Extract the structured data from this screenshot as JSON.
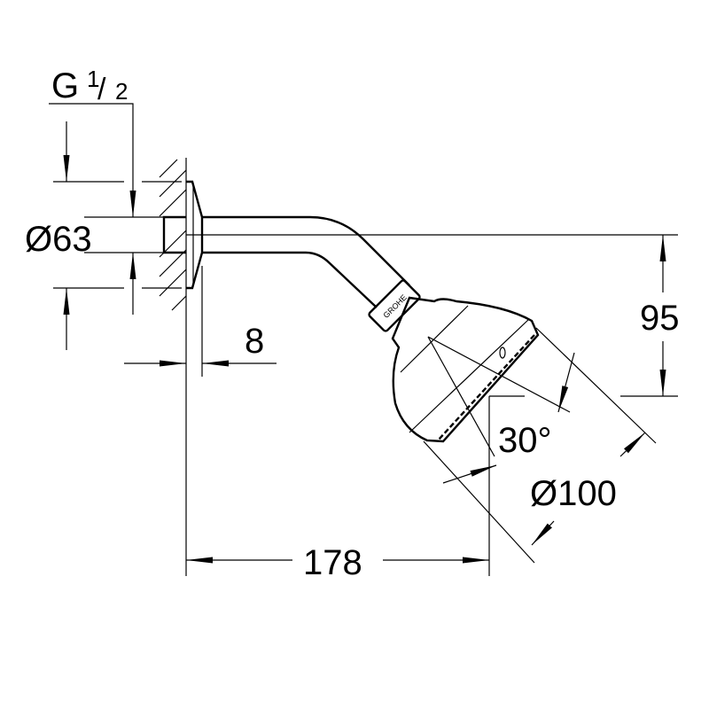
{
  "drawing": {
    "thread_label": {
      "letter": "G",
      "numerator": "1",
      "denominator": "2"
    },
    "flange_diameter": "Ø63",
    "flange_depth": "8",
    "height_drop": "95",
    "spray_angle": "30°",
    "head_diameter": "Ø100",
    "projection": "178",
    "logo": "GROHE"
  }
}
